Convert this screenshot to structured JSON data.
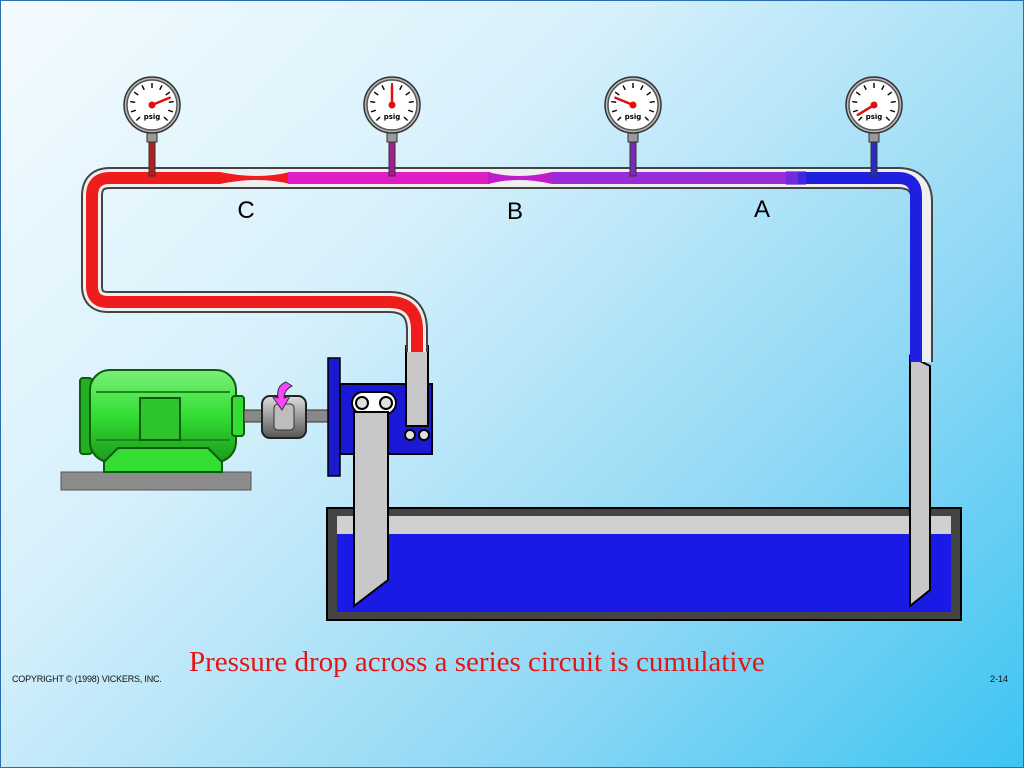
{
  "caption": "Pressure drop across a series circuit is cumulative",
  "copyright": "COPYRIGHT © (1998) VICKERS, INC.",
  "slide_number": "2-14",
  "points": {
    "c": "C",
    "b": "B",
    "a": "A"
  },
  "gauge_unit": "psig",
  "gauges": [
    {
      "id": "gauge-1",
      "level": 0.75
    },
    {
      "id": "gauge-2",
      "level": 0.5
    },
    {
      "id": "gauge-3",
      "level": 0.25
    },
    {
      "id": "gauge-4",
      "level": 0.05
    }
  ],
  "colors": {
    "high_pressure": "#ee1c1c",
    "after_c": "#e01cc4",
    "after_b": "#9a2bd8",
    "low_pressure": "#1f1fe0",
    "oil_tank": "#1a1ae6",
    "motor": "#33dd33",
    "caption": "#e41515"
  }
}
